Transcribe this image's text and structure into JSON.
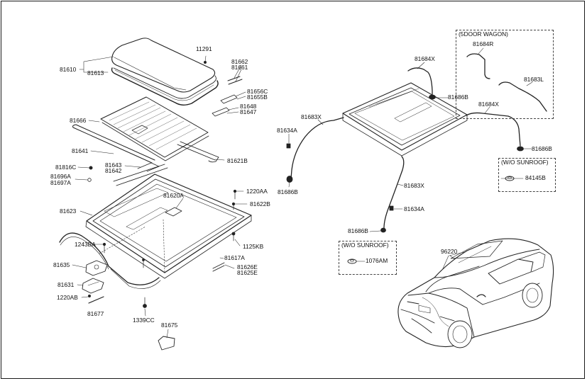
{
  "diagram": {
    "title": "Sunroof assembly exploded parts diagram"
  },
  "labels": {
    "p11291": "11291",
    "p81610": "81610",
    "p81613": "81613",
    "p81662": "81662",
    "p81661": "81661",
    "p81656C": "81656C",
    "p81655B": "81655B",
    "p81648": "81648",
    "p81647": "81647",
    "p81666": "81666",
    "p81641": "81641",
    "p81643": "81643",
    "p81642": "81642",
    "p81621B": "81621B",
    "p81816C": "81816C",
    "p81696A": "81696A",
    "p81697A": "81697A",
    "p81620A": "81620A",
    "p1220AA": "1220AA",
    "p81622B": "81622B",
    "p81623": "81623",
    "p1243BA": "1243BA",
    "p1125KB": "1125KB",
    "p81617A": "81617A",
    "p81626E": "81626E",
    "p81625E": "81625E",
    "p81635": "81635",
    "p81631": "81631",
    "p1220AB": "1220AB",
    "p81677": "81677",
    "p1339CC": "1339CC",
    "p81675": "81675",
    "p81684X_a": "81684X",
    "p81686B_a": "81686B",
    "p81683X_a": "81683X",
    "p81634A_a": "81634A",
    "p81686B_b": "81686B",
    "p81684X_b": "81684X",
    "p81686B_c": "81686B",
    "p81683X_b": "81683X",
    "p81634A_b": "81634A",
    "p81686B_d": "81686B",
    "p96220": "96220",
    "p81684R": "81684R",
    "p81683L": "81683L",
    "p84145B": "84145B",
    "p1076AM": "1076AM"
  },
  "boxes": {
    "wagon_title": "(5DOOR WAGON)",
    "wo_sunroof_1": "(W/O SUNROOF)",
    "wo_sunroof_2": "(W/O SUNROOF)"
  }
}
